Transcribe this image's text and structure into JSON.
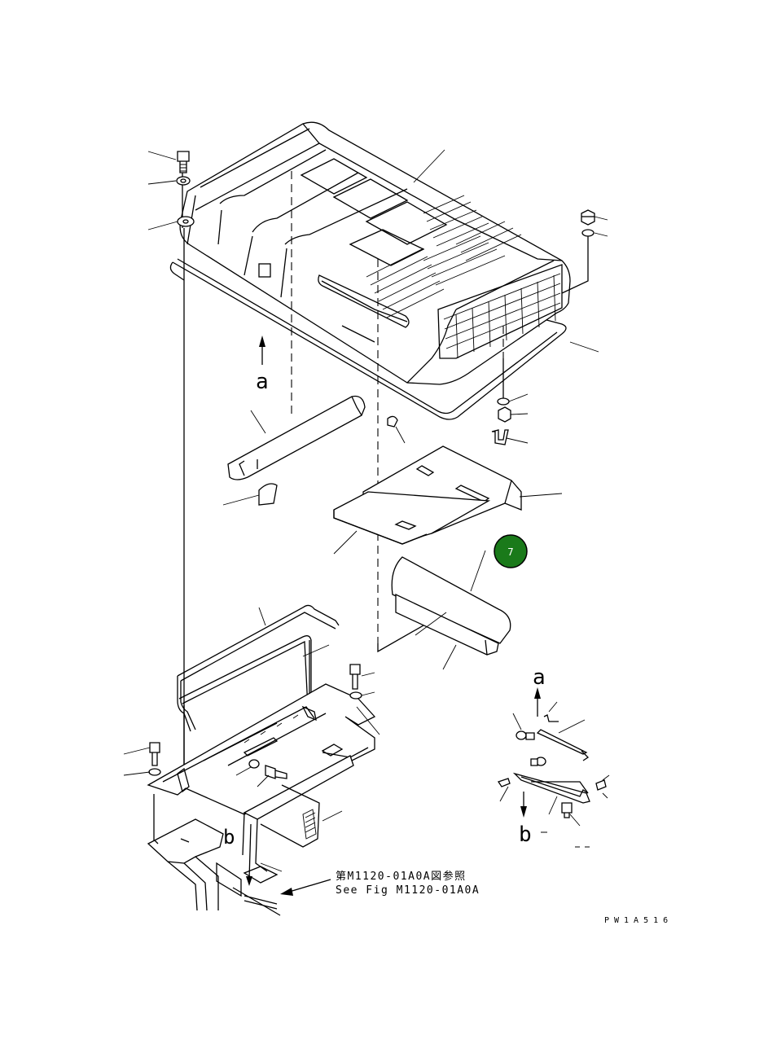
{
  "diagram": {
    "labels": {
      "view_a_top": "a",
      "view_a_side": "a",
      "view_b_left": "b",
      "view_b_right": "b",
      "ref_jp": "第M1120-01A0A図参照",
      "ref_en": "See Fig M1120-01A0A",
      "drawing_code": "PW1A516"
    },
    "callout": {
      "number": "7",
      "color": "#1a7a1a"
    }
  }
}
